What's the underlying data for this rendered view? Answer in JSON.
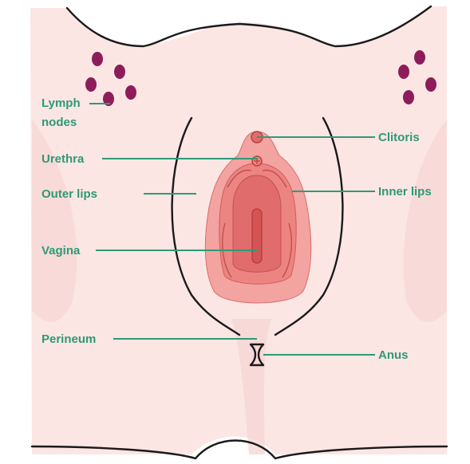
{
  "labels": {
    "lymph_nodes_line1": "Lymph",
    "lymph_nodes_line2": "nodes",
    "urethra": "Urethra",
    "outer_lips": "Outer lips",
    "vagina": "Vagina",
    "perineum": "Perineum",
    "clitoris": "Clitoris",
    "inner_lips": "Inner lips",
    "anus": "Anus"
  },
  "colors": {
    "skin": "#fbe6e4",
    "skin_shadow": "#f6d6d3",
    "outer_tissue": "#f3a3a0",
    "inner_tissue": "#ec8481",
    "deep_tissue": "#e06c6c",
    "lymph_node": "#8d1d5a",
    "label_text": "#2e9a76",
    "outline": "#1a1a1a"
  }
}
